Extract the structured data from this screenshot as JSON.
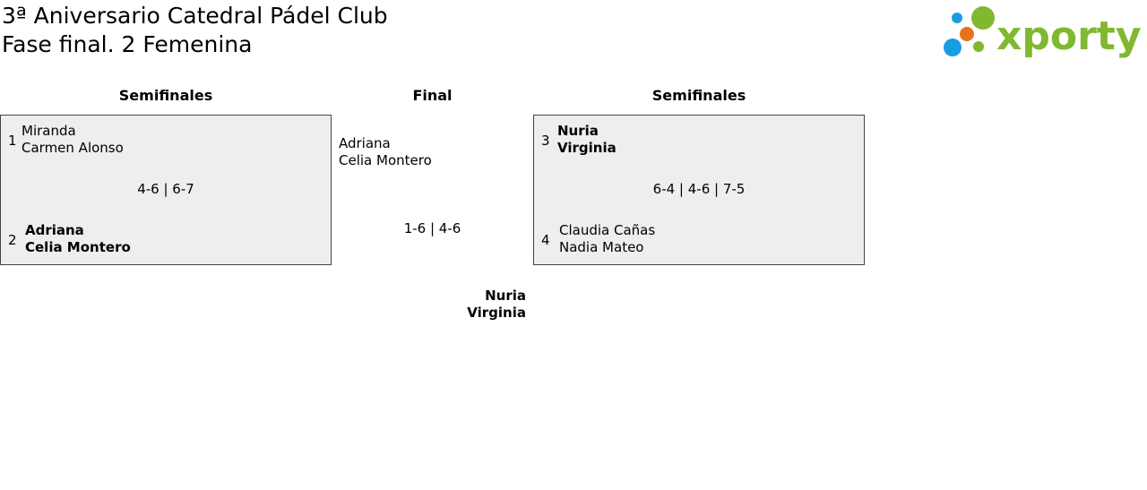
{
  "header": {
    "title": "3ª Aniversario Catedral Pádel Club",
    "subtitle": "Fase final. 2 Femenina",
    "logo_text": "xporty"
  },
  "colors": {
    "brand_green": "#80b830",
    "dot_blue": "#1a9de0",
    "dot_orange": "#e8711c",
    "box_bg": "#eeeeee"
  },
  "rounds": {
    "left": "Semifinales",
    "center": "Final",
    "right": "Semifinales"
  },
  "semi1": {
    "team1": {
      "seed": "1",
      "p1": "Miranda",
      "p2": "Carmen Alonso"
    },
    "team2": {
      "seed": "2",
      "p1": "Adriana",
      "p2": "Celia Montero"
    },
    "score": "4-6 | 6-7"
  },
  "semi2": {
    "team1": {
      "seed": "3",
      "p1": "Nuria",
      "p2": "Virginia"
    },
    "team2": {
      "seed": "4",
      "p1": "Claudia Cañas",
      "p2": "Nadia Mateo"
    },
    "score": "6-4 | 4-6 | 7-5"
  },
  "final": {
    "team1": {
      "p1": "Adriana",
      "p2": "Celia Montero"
    },
    "score": "1-6 | 4-6",
    "winner": {
      "p1": "Nuria",
      "p2": "Virginia"
    }
  }
}
